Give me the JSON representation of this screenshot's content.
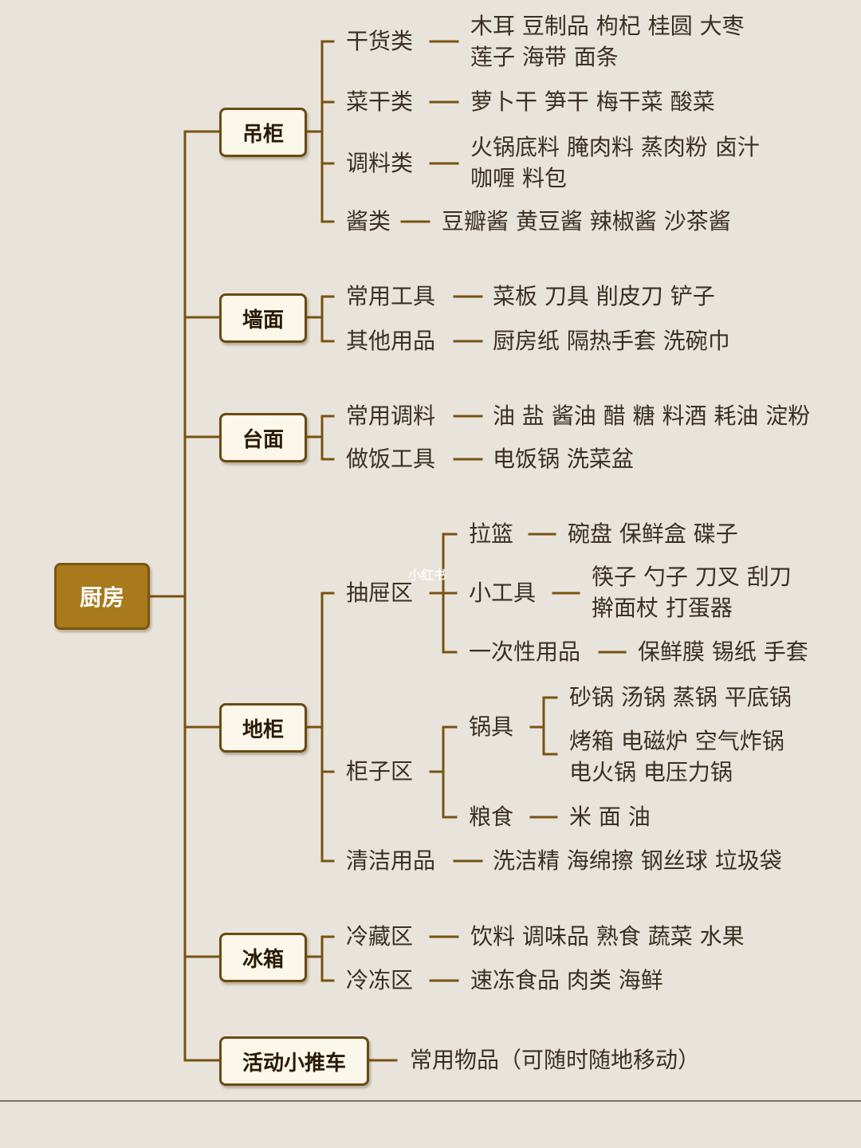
{
  "colors": {
    "background": "#e8e4dc",
    "line": "#7a5210",
    "root_fill": "#a97a1c",
    "box_fill": "#fbf7ea",
    "text": "#3a2f22"
  },
  "watermark": "小红书",
  "root": "厨房",
  "cabinet": {
    "label": "吊柜",
    "dry_goods": {
      "label": "干货类",
      "line1": "木耳 豆制品 枸杞 桂圆 大枣",
      "line2": "莲子 海带 面条"
    },
    "dried_veg": {
      "label": "菜干类",
      "items": "萝卜干 笋干 梅干菜 酸菜"
    },
    "seasoning": {
      "label": "调料类",
      "line1": "火锅底料 腌肉料 蒸肉粉 卤汁",
      "line2": "咖喱 料包"
    },
    "sauce": {
      "label": "酱类",
      "items": "豆瓣酱 黄豆酱 辣椒酱 沙茶酱"
    }
  },
  "wall": {
    "label": "墙面",
    "tools": {
      "label": "常用工具",
      "items": "菜板 刀具 削皮刀 铲子"
    },
    "other": {
      "label": "其他用品",
      "items": "厨房纸 隔热手套 洗碗巾"
    }
  },
  "counter": {
    "label": "台面",
    "seasoning": {
      "label": "常用调料",
      "items": "油 盐 酱油 醋 糖 料酒 耗油 淀粉"
    },
    "cooking": {
      "label": "做饭工具",
      "items": "电饭锅 洗菜盆"
    }
  },
  "floor": {
    "label": "地柜",
    "drawer": {
      "label": "抽屉区",
      "basket": {
        "label": "拉篮",
        "items": "碗盘 保鲜盒 碟子"
      },
      "small_tools": {
        "label": "小工具",
        "line1": "筷子 勺子 刀叉 刮刀",
        "line2": "擀面杖 打蛋器"
      },
      "disposable": {
        "label": "一次性用品",
        "items": "保鲜膜 锡纸 手套"
      }
    },
    "cupboard": {
      "label": "柜子区",
      "pots": {
        "label": "锅具",
        "line1": "砂锅 汤锅 蒸锅 平底锅",
        "line2": "烤箱 电磁炉 空气炸锅",
        "line3": "电火锅 电压力锅"
      },
      "grain": {
        "label": "粮食",
        "items": "米 面 油"
      }
    },
    "cleaning": {
      "label": "清洁用品",
      "items": "洗洁精 海绵擦 钢丝球 垃圾袋"
    }
  },
  "fridge": {
    "label": "冰箱",
    "chilled": {
      "label": "冷藏区",
      "items": "饮料 调味品 熟食 蔬菜 水果"
    },
    "frozen": {
      "label": "冷冻区",
      "items": "速冻食品 肉类  海鲜"
    }
  },
  "cart": {
    "label": "活动小推车",
    "items": "常用物品（可随时随地移动）"
  }
}
